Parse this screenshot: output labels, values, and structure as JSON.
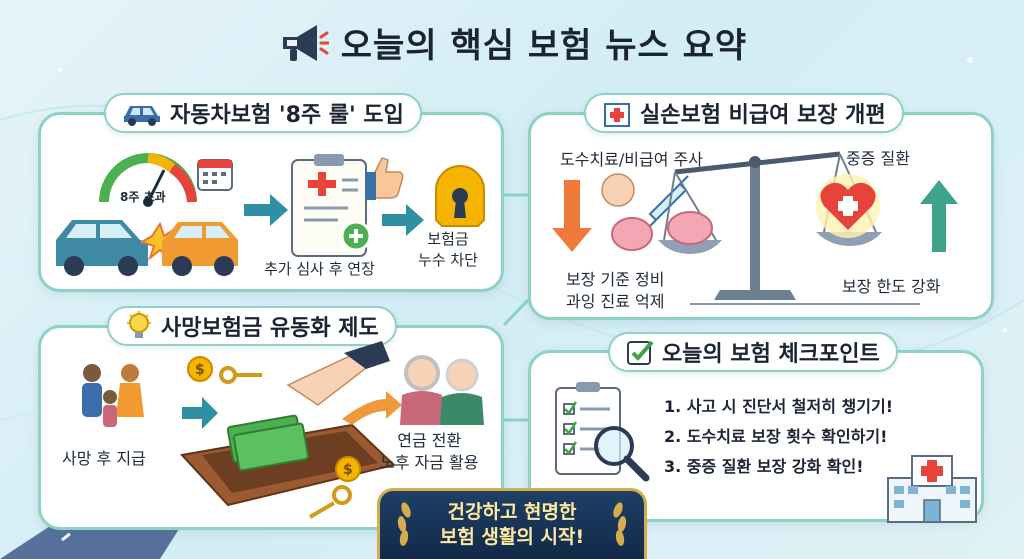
{
  "title": "오늘의 핵심 보험 뉴스 요약",
  "car_section": {
    "header": "자동차보험 '8주 룰' 도입",
    "gauge_label": "8주 초과",
    "review_label": "추가 심사 후 연장",
    "block_label_1": "보험금",
    "block_label_2": "누수 차단"
  },
  "silson_section": {
    "header": "실손보험 비급여 보장 개편",
    "left_top": "도수치료/비급여 주사",
    "left_bottom_1": "보장 기준 정비",
    "left_bottom_2": "과잉 진료 억제",
    "right_top": "중증 질환",
    "right_bottom": "보장 한도 강화"
  },
  "death_section": {
    "header": "사망보험금 유동화 제도",
    "left_label": "사망 후 지급",
    "right_label_1": "연금 전환",
    "right_label_2": "노후 자금 활용"
  },
  "check_section": {
    "header": "오늘의 보험 체크포인트",
    "items": [
      "1. 사고 시 진단서 철저히 챙기기!",
      "2. 도수치료 보장 횟수 확인하기!",
      "3. 중증 질환 보장 강화 확인!"
    ]
  },
  "banner": {
    "line1": "건강하고 현명한",
    "line2": "보험 생활의 시작!"
  }
}
